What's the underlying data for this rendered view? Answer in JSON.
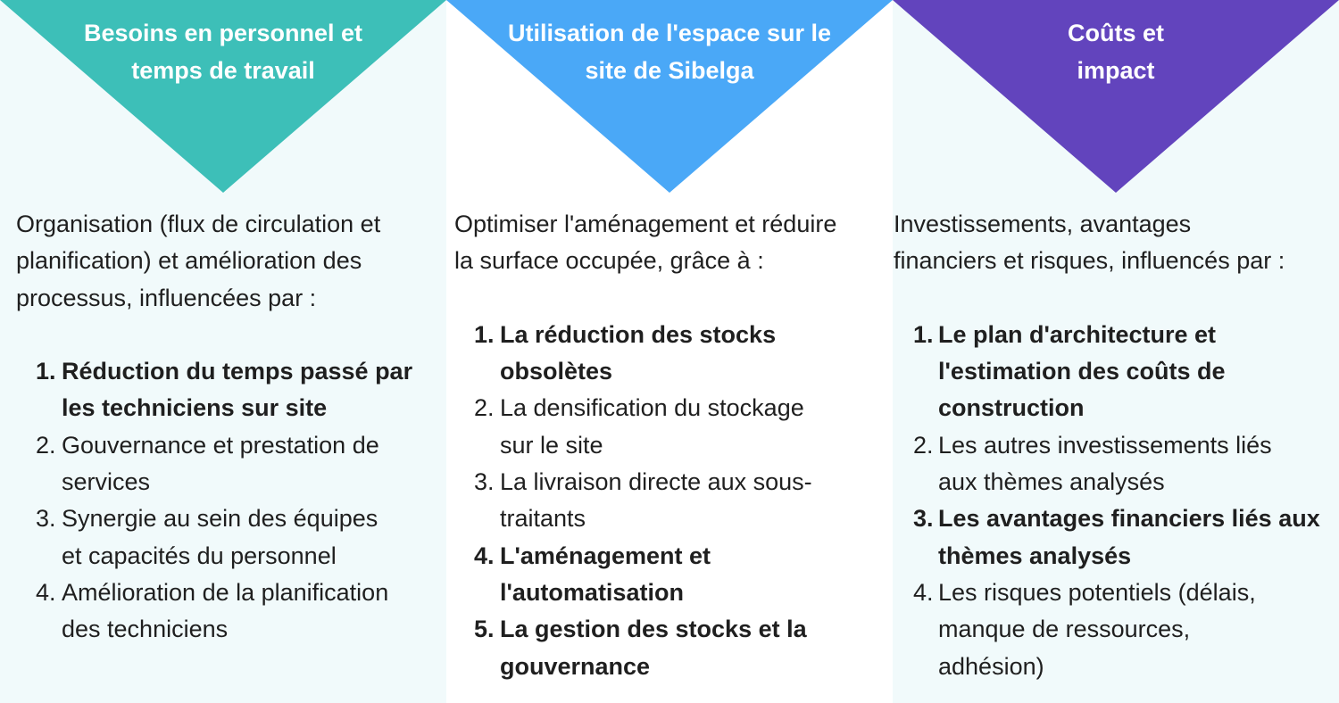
{
  "columns": [
    {
      "title_line1": "Besoins en personnel et",
      "title_line2": "temps de travail",
      "color": "#3dbfb8",
      "intro_lines": [
        "Organisation (flux de circulation et",
        "planification) et amélioration des",
        "processus, influencées par :"
      ],
      "items": [
        {
          "num": "1.",
          "lines": [
            "Réduction du temps passé par",
            "les techniciens sur site"
          ],
          "bold": true
        },
        {
          "num": "2.",
          "lines": [
            "Gouvernance et prestation de",
            "services"
          ],
          "bold": false
        },
        {
          "num": "3.",
          "lines": [
            "Synergie au sein des équipes",
            "et capacités du personnel"
          ],
          "bold": false
        },
        {
          "num": "4.",
          "lines": [
            "Amélioration de la planification",
            "des techniciens"
          ],
          "bold": false
        }
      ]
    },
    {
      "title_line1": "Utilisation de l'espace sur le",
      "title_line2": "site de Sibelga",
      "color": "#4aa8f7",
      "intro_lines": [
        "Optimiser l'aménagement et réduire",
        "la surface occupée, grâce à :"
      ],
      "items": [
        {
          "num": "1.",
          "lines": [
            "La réduction des stocks",
            "obsolètes"
          ],
          "bold": true
        },
        {
          "num": "2.",
          "lines": [
            "La densification du stockage",
            "sur le site"
          ],
          "bold": false
        },
        {
          "num": "3.",
          "lines": [
            "La livraison directe aux sous-",
            "traitants"
          ],
          "bold": false
        },
        {
          "num": "4.",
          "lines": [
            "L'aménagement et",
            "l'automatisation"
          ],
          "bold": true
        },
        {
          "num": "5.",
          "lines": [
            "La gestion des stocks et la",
            "gouvernance"
          ],
          "bold": true
        }
      ]
    },
    {
      "title_line1": "Coûts et",
      "title_line2": "impact",
      "color": "#6244bd",
      "intro_lines": [
        "Investissements, avantages",
        "financiers et risques, influencés par :"
      ],
      "items": [
        {
          "num": "1.",
          "lines": [
            "Le plan d'architecture et",
            "l'estimation des coûts de",
            "construction"
          ],
          "bold": true
        },
        {
          "num": "2.",
          "lines": [
            "Les autres investissements liés",
            "aux thèmes analysés"
          ],
          "bold": false
        },
        {
          "num": "3.",
          "lines": [
            "Les avantages financiers liés aux",
            "thèmes analysés"
          ],
          "bold": true
        },
        {
          "num": "4.",
          "lines": [
            "Les risques potentiels (délais,",
            "manque de ressources,",
            "adhésion)"
          ],
          "bold": false
        }
      ]
    }
  ]
}
